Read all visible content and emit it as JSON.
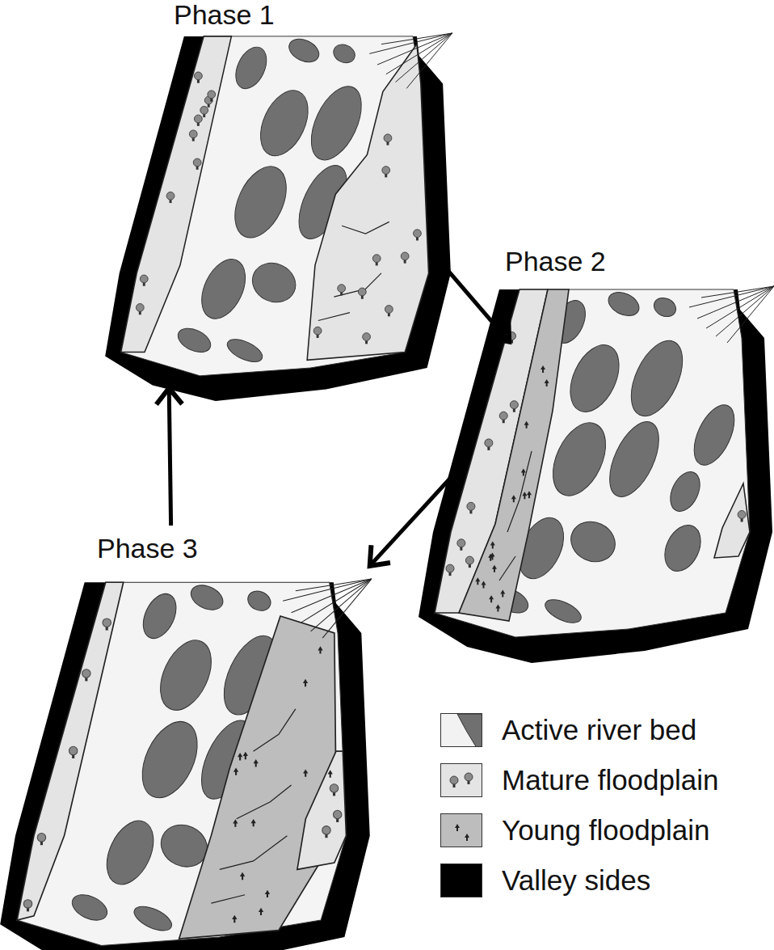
{
  "diagram": {
    "nodes": [
      {
        "text": [
          "Phase 1"
        ]
      },
      {
        "text": [
          "Phase 2"
        ]
      },
      {
        "text": [
          "Phase 3"
        ]
      }
    ],
    "edges": [
      {
        "from": 0,
        "to": 1,
        "arrow": "to"
      },
      {
        "from": 1,
        "to": 2,
        "arrow": "to"
      },
      {
        "from": 2,
        "to": 0,
        "arrow": "to"
      }
    ],
    "legend": [
      {
        "text": "Active river bed",
        "color": "#f2f2f2"
      },
      {
        "text": "Mature floodplain",
        "color": "#e4e4e4"
      },
      {
        "text": "Young floodplain",
        "color": "#bdbdbd"
      },
      {
        "text": "Valley sides",
        "color": "#000000"
      }
    ]
  }
}
